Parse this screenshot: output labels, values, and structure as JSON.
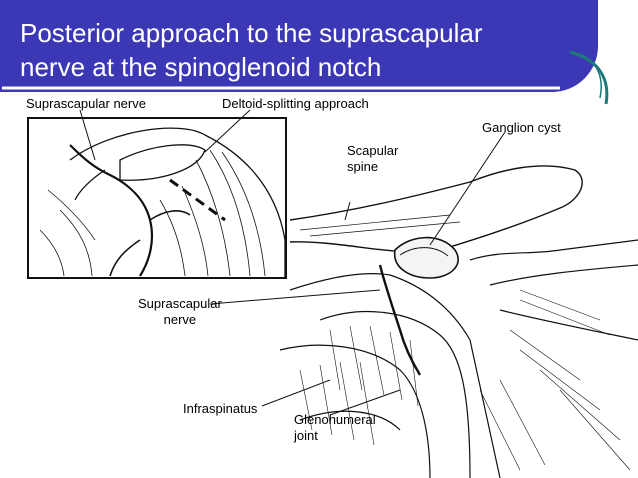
{
  "slide": {
    "title_line1": "Posterior approach to the suprascapular",
    "title_line2": "nerve at the spinoglenoid notch",
    "theme_color": "#3b37b5",
    "accent_color": "#1d7a78"
  },
  "figure": {
    "labels": {
      "suprascapular_nerve_inset": "Suprascapular nerve",
      "deltoid_splitting": "Deltoid-splitting approach",
      "ganglion_cyst": "Ganglion cyst",
      "scapular_spine_1": "Scapular",
      "scapular_spine_2": "spine",
      "suprascapular_nerve_main_1": "Suprascapular",
      "suprascapular_nerve_main_2": "nerve",
      "infraspinatus": "Infraspinatus",
      "glenohumeral_1": "Glenohumeral",
      "glenohumeral_2": "joint"
    }
  }
}
